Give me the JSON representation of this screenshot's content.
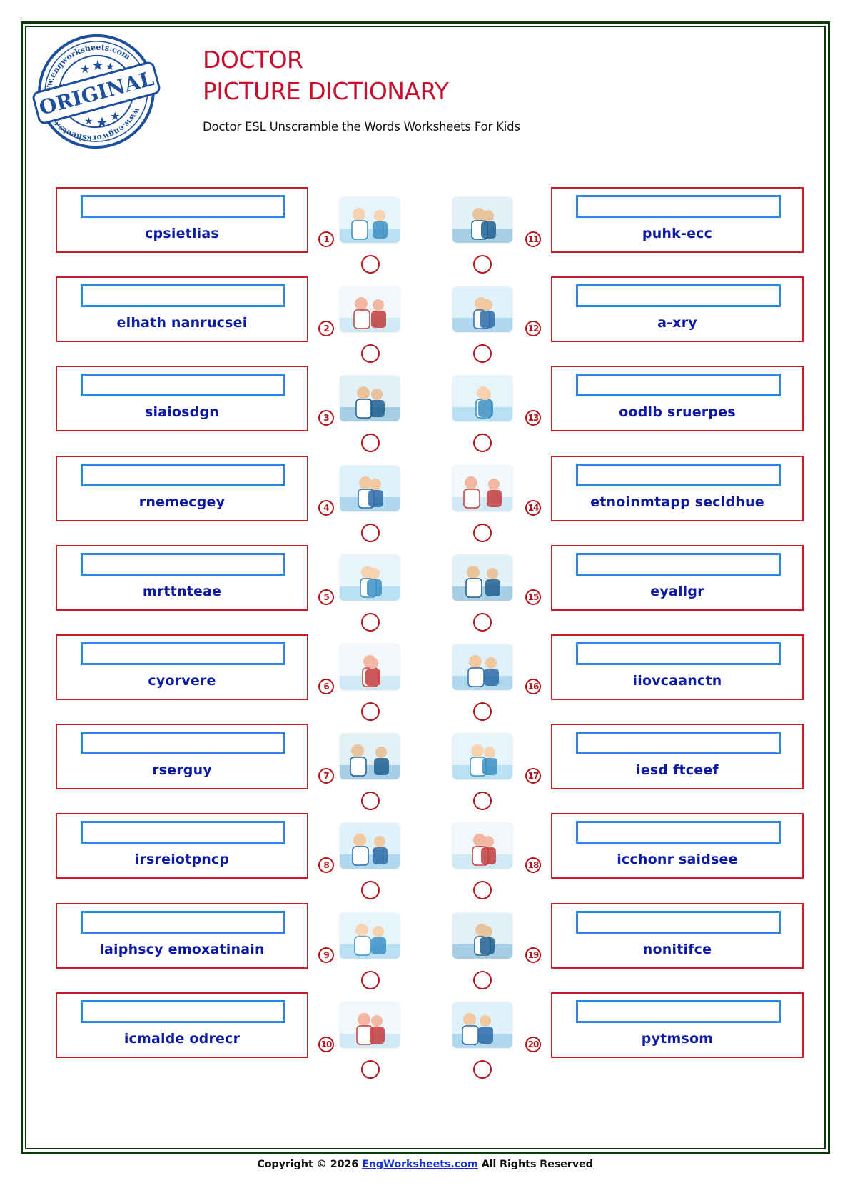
{
  "header": {
    "stamp": {
      "ring_text_top": "www.engworksheets.com",
      "ring_text_bottom": "www.engworksheets.com",
      "label": "ORIGINAL"
    },
    "title_line1": "DOCTOR",
    "title_line2": "PICTURE DICTIONARY",
    "subtitle": "Doctor ESL Unscramble the Words Worksheets For Kids"
  },
  "colors": {
    "frame": "#0b3a0b",
    "title": "#c8102e",
    "box_border": "#cc1b24",
    "answer_field_border": "#2b87e6",
    "scrambled_text": "#0d1aa3",
    "badge": "#b5161d",
    "link": "#1a2fd6"
  },
  "left_items": [
    {
      "number": "1",
      "scrambled": "cpsietlias",
      "image": "two-doctors-with-clipboard"
    },
    {
      "number": "2",
      "scrambled": "elhath nanrucsei",
      "image": "patient-in-hospital-bed-thumbs-up"
    },
    {
      "number": "3",
      "scrambled": "siaiosdgn",
      "image": "woman-touching-throat"
    },
    {
      "number": "4",
      "scrambled": "rnemecgey",
      "image": "clipboard-with-stethoscope"
    },
    {
      "number": "5",
      "scrambled": "mrttnteae",
      "image": "prescription-and-medicine-bottles"
    },
    {
      "number": "6",
      "scrambled": "cyorvere",
      "image": "chest-xray-with-medicine"
    },
    {
      "number": "7",
      "scrambled": "rserguy",
      "image": "girl-holding-chest"
    },
    {
      "number": "8",
      "scrambled": "irsreiotpncp",
      "image": "surgeons-operating"
    },
    {
      "number": "9",
      "scrambled": "laiphscy emoxatinain",
      "image": "nurse-giving-injection"
    },
    {
      "number": "10",
      "scrambled": "icmalde odrecr",
      "image": "boy-sneezing-into-tissue"
    }
  ],
  "right_items": [
    {
      "number": "11",
      "scrambled": "puhk-ecc",
      "image": "boy-with-thermometer-and-germs"
    },
    {
      "number": "12",
      "scrambled": "a-xry",
      "image": "ambulance"
    },
    {
      "number": "13",
      "scrambled": "oodlb sruerpes",
      "image": "insurance-form-and-cash"
    },
    {
      "number": "14",
      "scrambled": "etnoinmtapp secldhue",
      "image": "doctor-pointing-at-xray"
    },
    {
      "number": "15",
      "scrambled": "eyallgr",
      "image": "doctor-listening-with-stethoscope"
    },
    {
      "number": "16",
      "scrambled": "iiovcaanctn",
      "image": "doctor-measuring-blood-pressure"
    },
    {
      "number": "17",
      "scrambled": "iesd ftceef",
      "image": "doctor-talking-to-boy"
    },
    {
      "number": "18",
      "scrambled": "icchonr saidsee",
      "image": "elderly-man-coughing"
    },
    {
      "number": "19",
      "scrambled": "nonitifce",
      "image": "calendar-with-stethoscope"
    },
    {
      "number": "20",
      "scrambled": "pytmsom",
      "image": "doctor-examining-patient-arm"
    }
  ],
  "footer": {
    "prefix": "Copyright © 2026 ",
    "link_text": "EngWorksheets.com",
    "suffix": " All Rights Reserved"
  }
}
